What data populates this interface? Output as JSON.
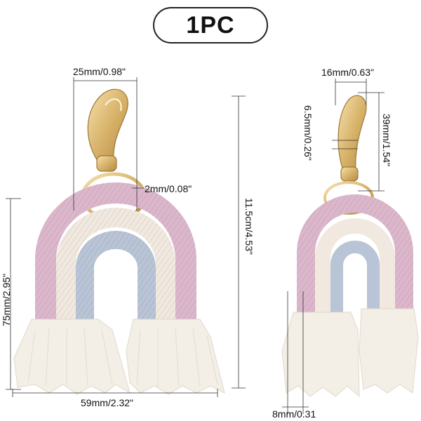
{
  "badge": {
    "label": "1PC"
  },
  "dimensions": {
    "hook_width": "25mm/0.98\"",
    "ring_thickness": "2mm/0.08\"",
    "total_length": "11.5cm/4.53\"",
    "rainbow_height": "75mm/2.95\"",
    "rainbow_width": "59mm/2.32\"",
    "side_hook_width": "16mm/0.63\"",
    "side_hook_height": "39mm/1.54\"",
    "side_clasp_thickness": "6.5mm/0.26\"",
    "side_depth": "8mm/0.31"
  },
  "colors": {
    "pink": "#dcb7cc",
    "cream": "#f1e9df",
    "blue": "#b9c4d6",
    "tassel": "#f3efe6",
    "gold": "#e7c98a"
  }
}
